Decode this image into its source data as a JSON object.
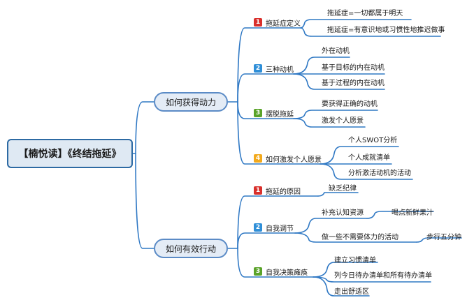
{
  "root": {
    "label": "【楠悦读】《终结拖延》"
  },
  "colors": {
    "line": "#2f78c4",
    "badge_red": "#d9302c",
    "badge_blue": "#2f8fd8",
    "badge_green": "#5aa329",
    "badge_yellow": "#f2a91c"
  },
  "branches": [
    {
      "label": "如何获得动力",
      "children": [
        {
          "num": "1",
          "label": "拖延症定义",
          "items": [
            "拖延症=一切都属于明天",
            "拖延症=有意识地或习惯性地推迟做事"
          ]
        },
        {
          "num": "2",
          "label": "三种动机",
          "items": [
            "外在动机",
            "基于目标的内在动机",
            "基于过程的内在动机"
          ]
        },
        {
          "num": "3",
          "label": "摆脱拖延",
          "items": [
            "要获得正确的动机",
            "激发个人愿景"
          ]
        },
        {
          "num": "4",
          "label": "如何激发个人愿景",
          "items": [
            "个人SWOT分析",
            "个人成就清单",
            "分析激活动机的活动"
          ]
        }
      ]
    },
    {
      "label": "如何有效行动",
      "children": [
        {
          "num": "1",
          "label": "拖延的原因",
          "items": [
            "缺乏纪律"
          ]
        },
        {
          "num": "2",
          "label": "自我调节",
          "items": [
            "补充认知资源",
            "做一些不需要体力的活动"
          ],
          "subitems": [
            "喝点新鲜果汁",
            "步行五分钟"
          ]
        },
        {
          "num": "3",
          "label": "自我决策瘫痪",
          "items": [
            "建立习惯清单",
            "列今日待办清单和所有待办清单",
            "走出舒适区"
          ]
        }
      ]
    }
  ]
}
